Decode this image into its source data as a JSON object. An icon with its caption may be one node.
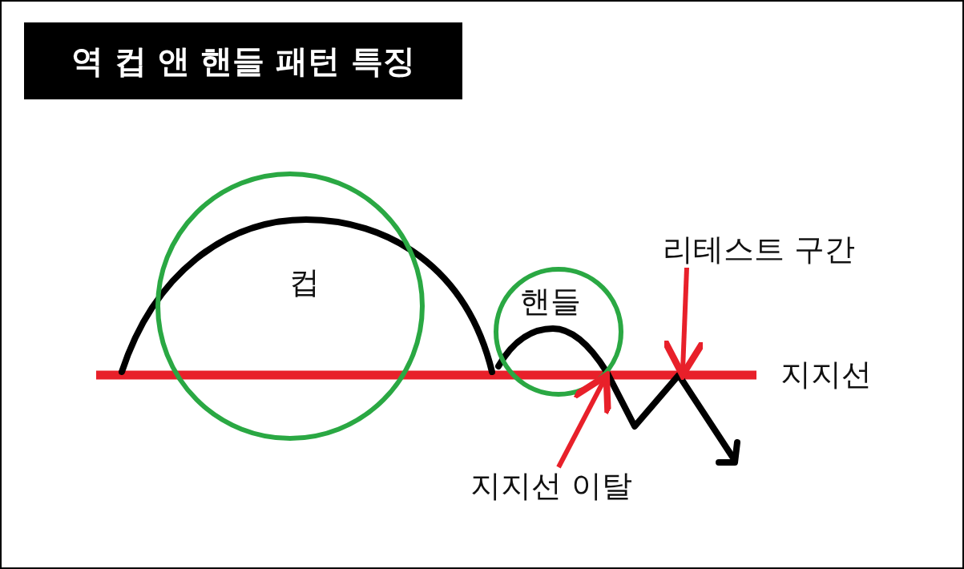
{
  "diagram": {
    "title": "역 컵 앤 핸들 패턴 특징",
    "nodes": [
      {
        "text": [
          "컵"
        ]
      },
      {
        "text": [
          "핸들"
        ]
      },
      {
        "text": [
          "리테스트 구간"
        ]
      },
      {
        "text": [
          "지지선 이탈"
        ]
      },
      {
        "text": [],
        "shape": "bar",
        "beside": [
          "지지선"
        ]
      }
    ],
    "edges": [
      {
        "from": 2,
        "to": 4,
        "arrow": "to"
      },
      {
        "from": 3,
        "to": 4,
        "arrow": "to"
      }
    ]
  }
}
